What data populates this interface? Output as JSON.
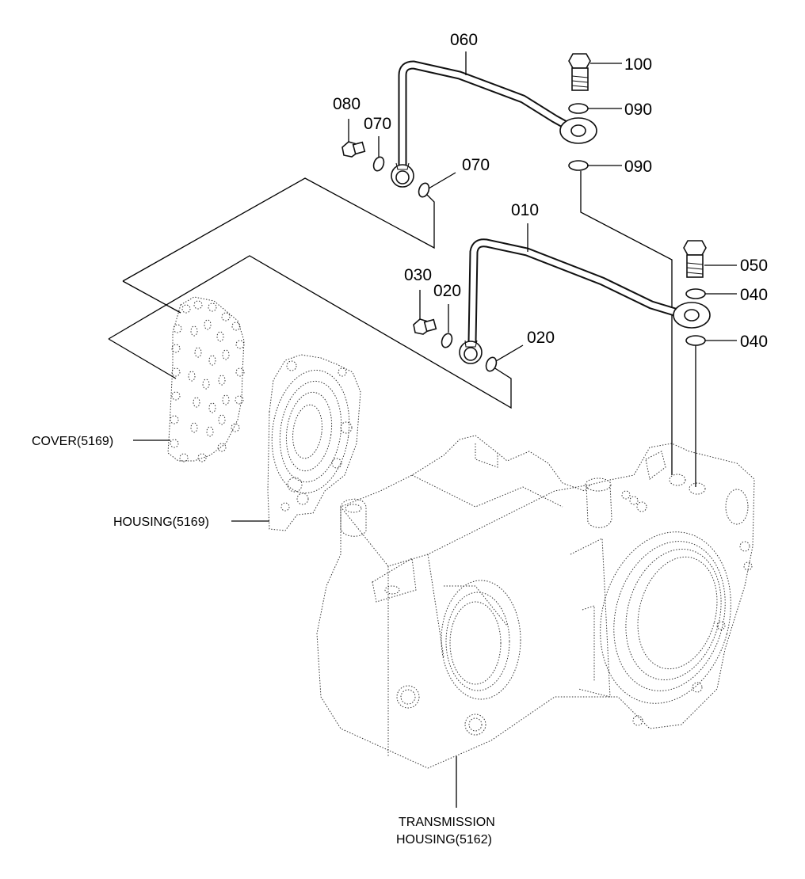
{
  "parts": {
    "p060": "060",
    "p100": "100",
    "p090a": "090",
    "p080": "080",
    "p070a": "070",
    "p070b": "070",
    "p090b": "090",
    "p010": "010",
    "p050": "050",
    "p030": "030",
    "p020a": "020",
    "p040a": "040",
    "p020b": "020",
    "p040b": "040"
  },
  "assemblies": {
    "cover": "COVER(5169)",
    "housing": "HOUSING(5169)",
    "transmission_line1": "TRANSMISSION",
    "transmission_line2": "HOUSING(5162)"
  }
}
